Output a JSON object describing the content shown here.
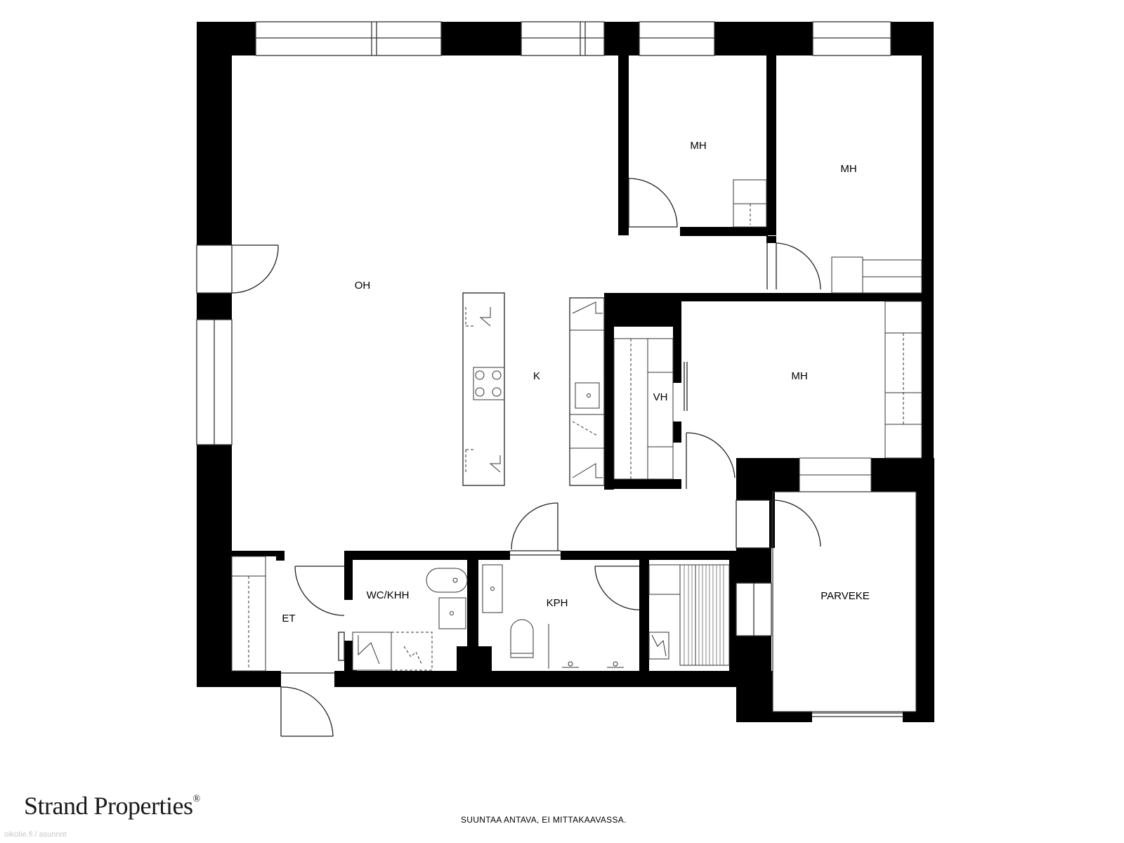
{
  "rooms": {
    "oh": "OH",
    "k": "K",
    "mh1": "MH",
    "mh2": "MH",
    "mh3": "MH",
    "vh": "VH",
    "wc_khh": "WC/KHH",
    "kph": "KPH",
    "et": "ET",
    "parveke": "PARVEKE"
  },
  "brand": {
    "name": "Strand Properties",
    "mark": "®"
  },
  "disclaimer": "SUUNTAA ANTAVA, EI MITTAKAAVASSA.",
  "watermark": "oikotie.fi / asunnot",
  "colors": {
    "wall": "#000000",
    "line": "#333333",
    "background": "#ffffff"
  }
}
